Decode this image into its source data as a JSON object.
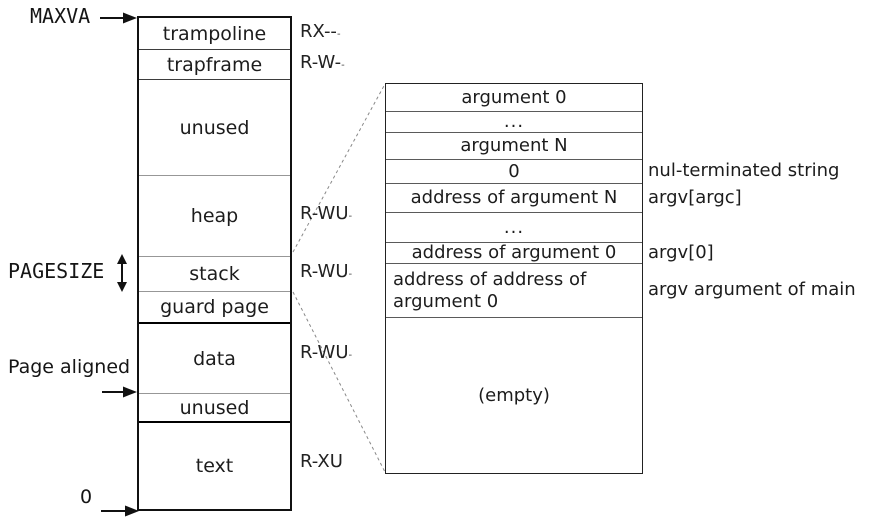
{
  "colors": {
    "ink": "#111111",
    "background": "#ffffff",
    "thin_line": "#979797",
    "dashed_line": "#888888"
  },
  "annotations": {
    "maxva": "MAXVA",
    "pagesize": "PAGESIZE",
    "page_aligned": "Page aligned",
    "zero": "0"
  },
  "memory_map": {
    "regions": [
      {
        "label": "trampoline"
      },
      {
        "label": "trapframe"
      },
      {
        "label": "unused"
      },
      {
        "label": "heap"
      },
      {
        "label": "stack"
      },
      {
        "label": "guard page"
      },
      {
        "label": "data"
      },
      {
        "label": "unused"
      },
      {
        "label": "text"
      }
    ]
  },
  "perm_labels": [
    {
      "region": "trampoline",
      "text": "RX--",
      "suffix": "-"
    },
    {
      "region": "trapframe",
      "text": "R-W-",
      "suffix": "-"
    },
    {
      "region": "heap",
      "text": "R-WU",
      "suffix": "-"
    },
    {
      "region": "stack",
      "text": "R-WU",
      "suffix": "-"
    },
    {
      "region": "data",
      "text": "R-WU",
      "suffix": "-"
    },
    {
      "region": "text",
      "text": "R-XU",
      "suffix": ""
    }
  ],
  "stack_detail": {
    "slots": [
      {
        "text": "argument 0"
      },
      {
        "text": "..."
      },
      {
        "text": "argument N"
      },
      {
        "text": "0"
      },
      {
        "text": "address of argument N"
      },
      {
        "text": "..."
      },
      {
        "text": "address of argument 0"
      },
      {
        "text": "address of address of argument 0"
      },
      {
        "text": "(empty)"
      }
    ],
    "side_notes": [
      {
        "text": "nul-terminated string"
      },
      {
        "text": "argv[argc]"
      },
      {
        "text": "argv[0]"
      },
      {
        "text": "argv argument of main"
      }
    ]
  }
}
